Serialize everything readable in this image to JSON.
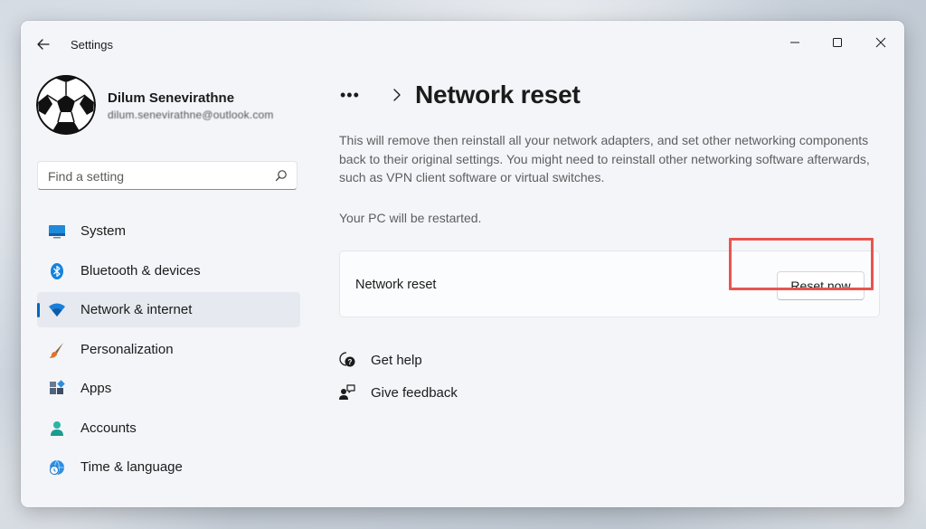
{
  "window": {
    "title": "Settings"
  },
  "user": {
    "name": "Dilum Senevirathne",
    "email": "dilum.senevirathne@outlook.com"
  },
  "search": {
    "placeholder": "Find a setting"
  },
  "nav": {
    "items": [
      {
        "label": "System",
        "icon": "monitor-icon",
        "active": false
      },
      {
        "label": "Bluetooth & devices",
        "icon": "bluetooth-icon",
        "active": false
      },
      {
        "label": "Network & internet",
        "icon": "wifi-icon",
        "active": true
      },
      {
        "label": "Personalization",
        "icon": "brush-icon",
        "active": false
      },
      {
        "label": "Apps",
        "icon": "apps-icon",
        "active": false
      },
      {
        "label": "Accounts",
        "icon": "person-icon",
        "active": false
      },
      {
        "label": "Time & language",
        "icon": "globe-clock-icon",
        "active": false
      }
    ]
  },
  "page": {
    "breadcrumb_more": "•••",
    "title": "Network reset",
    "description": "This will remove then reinstall all your network adapters, and set other networking components back to their original settings. You might need to reinstall other networking software afterwards, such as VPN client software or virtual switches.",
    "restart_note": "Your PC will be restarted.",
    "card": {
      "label": "Network reset",
      "button": "Reset now"
    },
    "links": {
      "help": "Get help",
      "feedback": "Give feedback"
    }
  },
  "colors": {
    "accent": "#0067c0",
    "highlight": "#e8554e"
  }
}
